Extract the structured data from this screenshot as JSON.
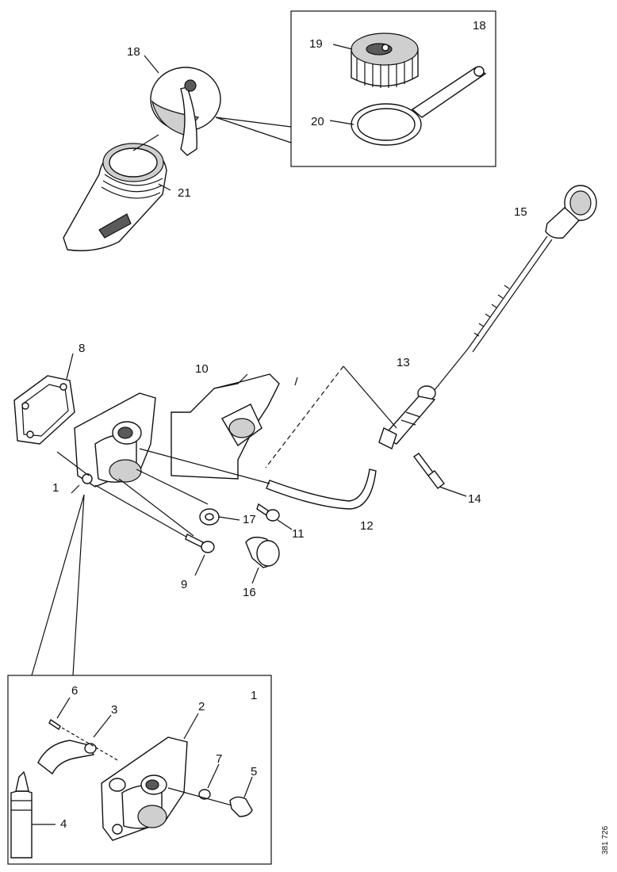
{
  "figure_ref": "381 726",
  "callouts": {
    "c1": "1",
    "c2": "2",
    "c3": "3",
    "c4": "4",
    "c5": "5",
    "c6": "6",
    "c7": "7",
    "c8": "8",
    "c9": "9",
    "c10": "10",
    "c11": "11",
    "c12": "12",
    "c13": "13",
    "c14": "14",
    "c15": "15",
    "c16": "16",
    "c17": "17",
    "c18": "18",
    "c19": "19",
    "c20": "20",
    "c21": "21"
  },
  "inset_top": {
    "tag": "18"
  },
  "inset_bottom": {
    "tag": "1"
  }
}
